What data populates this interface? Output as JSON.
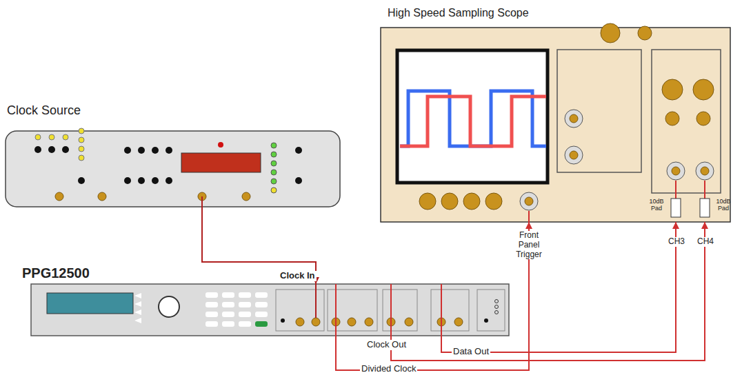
{
  "diagram": {
    "nodes": [
      {
        "text": [
          "High Speed Sampling Scope"
        ]
      },
      {
        "text": [
          "Clock Source"
        ]
      },
      {
        "text": [
          "PPG12500"
        ]
      }
    ],
    "edges": [
      {
        "from": 1,
        "to": 2,
        "arrow": "to"
      },
      {
        "from": 2,
        "to": 0,
        "arrow": "to",
        "label": "Divided Clock"
      },
      {
        "from": 2,
        "to": 0,
        "arrow": "to",
        "label": "Clock Out"
      },
      {
        "from": 2,
        "to": 0,
        "arrow": "to",
        "label": "Data Out"
      }
    ],
    "labels": [
      "Clock In",
      "Front Panel Trigger",
      "10dB Pad",
      "10dB Pad",
      "CH3",
      "CH4"
    ]
  }
}
